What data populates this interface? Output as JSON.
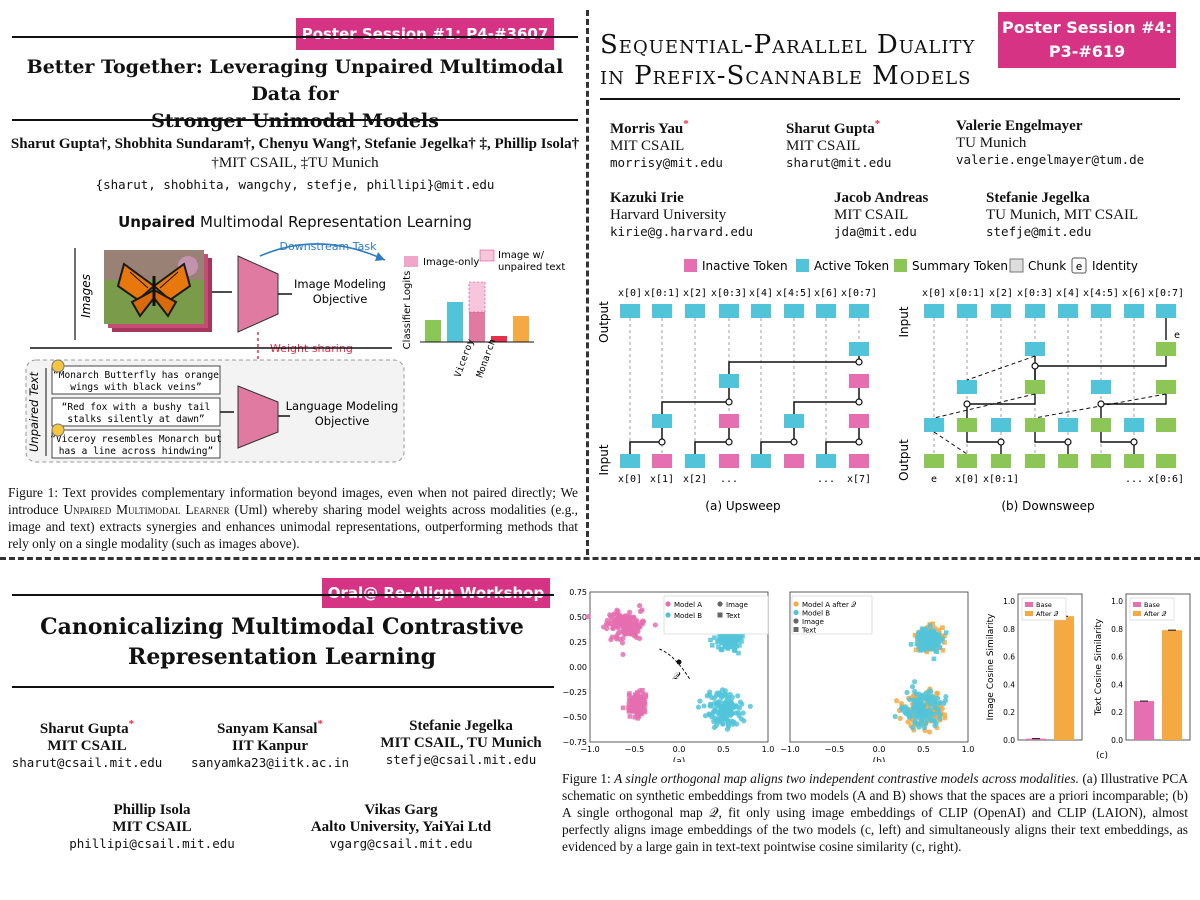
{
  "poster1": {
    "badge": "Poster Session #1: P4-#3607",
    "title_line1": "Better Together: Leveraging Unpaired Multimodal Data for",
    "title_line2": "Stronger Unimodal Models",
    "authors": "Sharut Gupta†, Shobhita Sundaram†, Chenyu Wang†, Stefanie Jegelka† ‡, Phillip Isola†",
    "affiliations": "†MIT CSAIL, ‡TU Munich",
    "emails": "{sharut, shobhita, wangchy, stefje, phillipi}@mit.edu",
    "fig_title_bold": "Unpaired",
    "fig_title_rest": " Multimodal Representation Learning",
    "fig": {
      "images_label": "Images",
      "unpaired_text_label": "Unpaired Text",
      "downstream": "Downstream Task",
      "image_obj1": "Image Modeling",
      "image_obj2": "Objective",
      "lang_obj1": "Language Modeling",
      "lang_obj2": "Objective",
      "weight_sharing": "Weight sharing",
      "legend_image_only": "Image-only",
      "legend_unpaired1": "Image w/",
      "legend_unpaired2": "unpaired text",
      "logits_label": "Classifier Logits",
      "x_viceroy": "Viceroy",
      "x_monarch": "Monarch",
      "text1a": "“Monarch Butterfly has orange",
      "text1b": "wings with black veins”",
      "text2a": "“Red fox with a bushy tail",
      "text2b": "stalks silently at dawn”",
      "text3a": "“Viceroy resembles Monarch but",
      "text3b": "has a line across hindwing”"
    },
    "caption_a": "Figure 1: Text provides complementary information beyond images, even when not paired directly; We introduce ",
    "caption_sc": "Unpaired Multimodal Learner",
    "caption_b": " (Uml) whereby sharing model weights across modalities (e.g., image and text) extracts synergies and enhances unimodal representations, outperforming methods that rely only on a single modality (such as images above)."
  },
  "poster2": {
    "badge_line1": "Poster Session #4:",
    "badge_line2": "P3-#619",
    "title_line1": "Sequential-Parallel Duality",
    "title_line2": "in Prefix-Scannable Models",
    "authors": [
      {
        "name": "Morris Yau",
        "star": "*",
        "aff": "MIT CSAIL",
        "email": "morrisy@mit.edu"
      },
      {
        "name": "Sharut Gupta",
        "star": "*",
        "aff": "MIT CSAIL",
        "email": "sharut@mit.edu"
      },
      {
        "name": "Valerie Engelmayer",
        "star": "",
        "aff": "TU Munich",
        "email": "valerie.engelmayer@tum.de"
      },
      {
        "name": "Kazuki Irie",
        "star": "",
        "aff": "Harvard University",
        "email": "kirie@g.harvard.edu"
      },
      {
        "name": "Jacob Andreas",
        "star": "",
        "aff": "MIT CSAIL",
        "email": "jda@mit.edu"
      },
      {
        "name": "Stefanie Jegelka",
        "star": "",
        "aff": "TU Munich, MIT CSAIL",
        "email": "stefje@mit.edu"
      }
    ],
    "legend": {
      "inactive": "Inactive Token",
      "active": "Active Token",
      "summary": "Summary Token",
      "chunk": "Chunk",
      "identity_symbol": "e",
      "identity": "Identity"
    },
    "upsweep": {
      "top_labels": [
        "x[0]",
        "x[0:1]",
        "x[2]",
        "x[0:3]",
        "x[4]",
        "x[4:5]",
        "x[6]",
        "x[0:7]"
      ],
      "bottom_labels": [
        "x[0]",
        "x[1]",
        "x[2]",
        "...",
        "...",
        "x[7]"
      ],
      "side_top": "Output",
      "side_bottom": "Input",
      "caption": "(a) Upsweep"
    },
    "downsweep": {
      "top_labels": [
        "x[0]",
        "x[0:1]",
        "x[2]",
        "x[0:3]",
        "x[4]",
        "x[4:5]",
        "x[6]",
        "x[0:7]"
      ],
      "bottom_labels": [
        "e",
        "x[0]",
        "x[0:1]",
        "...",
        "x[0:6]"
      ],
      "side_top": "Input",
      "side_bottom": "Output",
      "e_label": "e",
      "caption": "(b) Downsweep"
    }
  },
  "poster3": {
    "badge": "Oral@ Re-Align Workshop",
    "title_line1": "Canonicalizing Multimodal Contrastive",
    "title_line2": "Representation Learning",
    "authors": [
      {
        "name": "Sharut Gupta",
        "star": "*",
        "aff": "MIT CSAIL",
        "email": "sharut@csail.mit.edu"
      },
      {
        "name": "Sanyam Kansal",
        "star": "*",
        "aff": "IIT Kanpur",
        "email": "sanyamka23@iitk.ac.in"
      },
      {
        "name": "Stefanie Jegelka",
        "star": "",
        "aff": "MIT CSAIL, TU Munich",
        "email": "stefje@csail.mit.edu"
      },
      {
        "name": "Phillip Isola",
        "star": "",
        "aff": "MIT CSAIL",
        "email": "phillipi@csail.mit.edu"
      },
      {
        "name": "Vikas Garg",
        "star": "",
        "aff": "Aalto University, YaiYai Ltd",
        "email": "vgarg@csail.mit.edu"
      }
    ],
    "caption_a": "Figure 1: ",
    "caption_italic": "A single orthogonal map aligns two independent contrastive models across modalities.",
    "caption_b": " (a) Illustrative PCA schematic on synthetic embeddings from two models (A and B) shows that the spaces are a priori incomparable; (b) A single orthogonal map 𝒬, fit only using image embeddings of CLIP (OpenAI) and CLIP (LAION), almost perfectly aligns image embeddings of the two models (c, left) and simultaneously aligns their text embeddings, as evidenced by a large gain in text-text pointwise cosine similarity (c, right).",
    "q_symbol": "𝒬",
    "legend_a": [
      "Model A",
      "Model B",
      "Image",
      "Text"
    ],
    "legend_b": [
      "Model A after 𝒬",
      "Model B",
      "Image",
      "Text"
    ],
    "sub_a": "(a)",
    "sub_b": "(b)",
    "sub_c": "(c)"
  },
  "chart_data": [
    {
      "type": "scatter",
      "title": "",
      "legend": [
        "Model A",
        "Model B",
        "Image",
        "Text"
      ],
      "xlim": [
        -1.0,
        1.0
      ],
      "ylim": [
        -0.75,
        0.75
      ],
      "xticks": [
        "−1.0",
        "−0.5",
        "0.0",
        "0.5",
        "1.0"
      ],
      "yticks": [
        "0.75",
        "0.50",
        "0.25",
        "0.00",
        "−0.25",
        "−0.50",
        "−0.75"
      ],
      "clusters": [
        {
          "series": "Model A",
          "modality": "Image",
          "center": [
            -0.6,
            0.42
          ],
          "spread": [
            0.24,
            0.16
          ],
          "color": "#e56fb0"
        },
        {
          "series": "Model A",
          "modality": "Text",
          "center": [
            -0.47,
            -0.38
          ],
          "spread": [
            0.13,
            0.14
          ],
          "color": "#e56fb0"
        },
        {
          "series": "Model B",
          "modality": "Image",
          "center": [
            0.5,
            -0.42
          ],
          "spread": [
            0.25,
            0.2
          ],
          "color": "#52c4d9"
        },
        {
          "series": "Model B",
          "modality": "Text",
          "center": [
            0.56,
            0.28
          ],
          "spread": [
            0.15,
            0.14
          ],
          "color": "#52c4d9"
        }
      ]
    },
    {
      "type": "scatter",
      "title": "",
      "legend": [
        "Model A after 𝒬",
        "Model B",
        "Image",
        "Text"
      ],
      "xlim": [
        -1.0,
        1.0
      ],
      "ylim": [
        -0.75,
        0.75
      ],
      "xticks": [
        "−1.0",
        "−0.5",
        "0.0",
        "0.5",
        "1.0"
      ],
      "clusters": [
        {
          "series": "Model A after 𝒬",
          "modality": "Image",
          "center": [
            0.5,
            -0.42
          ],
          "spread": [
            0.25,
            0.2
          ],
          "color": "#f5a942"
        },
        {
          "series": "Model A after 𝒬",
          "modality": "Text",
          "center": [
            0.56,
            0.28
          ],
          "spread": [
            0.15,
            0.14
          ],
          "color": "#f5a942"
        },
        {
          "series": "Model B",
          "modality": "Image",
          "center": [
            0.5,
            -0.42
          ],
          "spread": [
            0.25,
            0.2
          ],
          "color": "#52c4d9"
        },
        {
          "series": "Model B",
          "modality": "Text",
          "center": [
            0.56,
            0.28
          ],
          "spread": [
            0.15,
            0.14
          ],
          "color": "#52c4d9"
        }
      ]
    },
    {
      "type": "bar",
      "categories": [
        "Base",
        "After 𝒬"
      ],
      "series": [
        {
          "name": "",
          "values": [
            0.01,
            0.89
          ]
        }
      ],
      "colors": [
        "#e56fb0",
        "#f5a942"
      ],
      "ylabel": "Image Cosine Similarity",
      "ylim": [
        0,
        1.05
      ],
      "yticks": [
        "0.0",
        "0.2",
        "0.4",
        "0.6",
        "0.8",
        "1.0"
      ],
      "legend": [
        "Base",
        "After 𝒬"
      ]
    },
    {
      "type": "bar",
      "categories": [
        "Base",
        "After 𝒬"
      ],
      "series": [
        {
          "name": "",
          "values": [
            0.28,
            0.79
          ]
        }
      ],
      "colors": [
        "#e56fb0",
        "#f5a942"
      ],
      "ylabel": "Text Cosine Similarity",
      "ylim": [
        0,
        1.05
      ],
      "yticks": [
        "0.0",
        "0.2",
        "0.4",
        "0.6",
        "0.8",
        "1.0"
      ],
      "legend": [
        "Base",
        "After 𝒬"
      ]
    }
  ],
  "colors": {
    "accent": "#d63384",
    "inactive": "#e56fb0",
    "active": "#52c4d9",
    "summary": "#8cc657",
    "orange": "#f5a942"
  }
}
